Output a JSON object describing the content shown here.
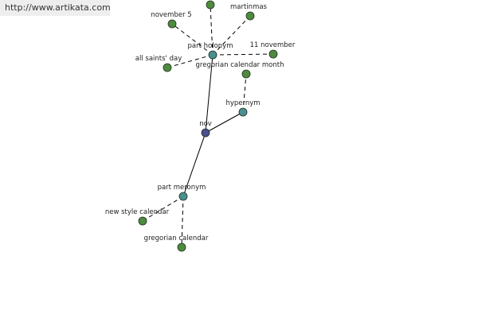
{
  "watermark": {
    "url": "http://www.artikata.com"
  },
  "colors": {
    "center": "#4a4f8e",
    "relation": "#4a8f8f",
    "term": "#4e8b3f",
    "edge": "#000000",
    "node_stroke": "#1f2f1f"
  },
  "graph": {
    "center": {
      "id": "nov",
      "label": "nov"
    },
    "relations": [
      {
        "id": "part-holonym",
        "label": "part holonym"
      },
      {
        "id": "hypernym",
        "label": "hypernym"
      },
      {
        "id": "part-meronym",
        "label": "part meronym"
      }
    ],
    "terms": [
      {
        "id": "top-unlabeled",
        "label": "",
        "relation": "part-holonym"
      },
      {
        "id": "november-5",
        "label": "november 5",
        "relation": "part-holonym"
      },
      {
        "id": "martinmas",
        "label": "martinmas",
        "relation": "part-holonym"
      },
      {
        "id": "11-november",
        "label": "11 november",
        "relation": "part-holonym"
      },
      {
        "id": "all-saints-day",
        "label": "all saints' day",
        "relation": "part-holonym"
      },
      {
        "id": "gregorian-calendar-month",
        "label": "gregorian calendar month",
        "relation": "hypernym"
      },
      {
        "id": "new-style-calendar",
        "label": "new style calendar",
        "relation": "part-meronym"
      },
      {
        "id": "gregorian-calendar",
        "label": "gregorian calendar",
        "relation": "part-meronym"
      }
    ]
  }
}
